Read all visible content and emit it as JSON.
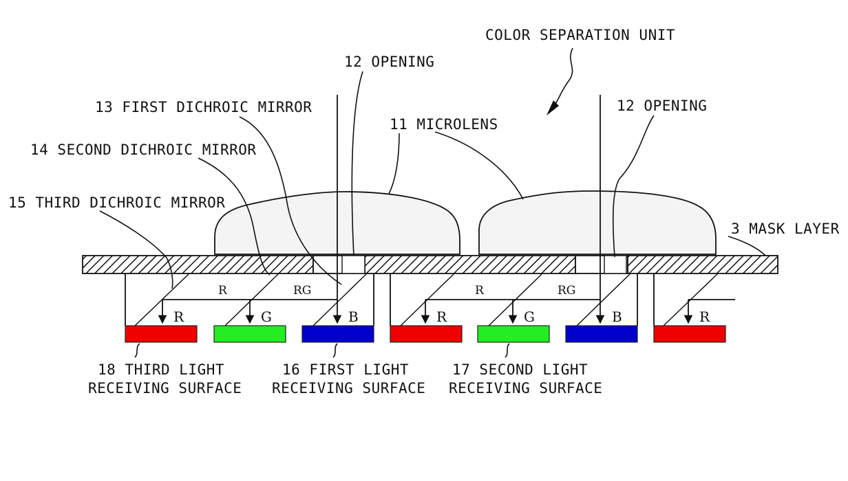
{
  "labels": {
    "color_separation_unit": "COLOR SEPARATION UNIT",
    "opening_left": "12 OPENING",
    "opening_right": "12 OPENING",
    "first_dichroic_mirror": "13 FIRST DICHROIC MIRROR",
    "microlens": "11 MICROLENS",
    "second_dichroic_mirror": "14 SECOND DICHROIC MIRROR",
    "third_dichroic_mirror": "15 THIRD DICHROIC MIRROR",
    "mask_layer": "3 MASK LAYER",
    "third_light_receiving_surface_1": "18 THIRD LIGHT",
    "third_light_receiving_surface_2": "RECEIVING SURFACE",
    "first_light_receiving_surface_1": "16 FIRST LIGHT",
    "first_light_receiving_surface_2": "RECEIVING SURFACE",
    "second_light_receiving_surface_1": "17 SECOND LIGHT",
    "second_light_receiving_surface_2": "RECEIVING SURFACE"
  },
  "signals": {
    "r_left": "R",
    "rg_left": "RG",
    "r_right": "R",
    "rg_right": "RG",
    "surface_labels": [
      "R",
      "G",
      "B",
      "R",
      "G",
      "B",
      "R"
    ]
  },
  "colors": {
    "red": "#ee0000",
    "green": "#22ee22",
    "blue": "#0000cc",
    "lens_fill": "#f4f4f4"
  }
}
